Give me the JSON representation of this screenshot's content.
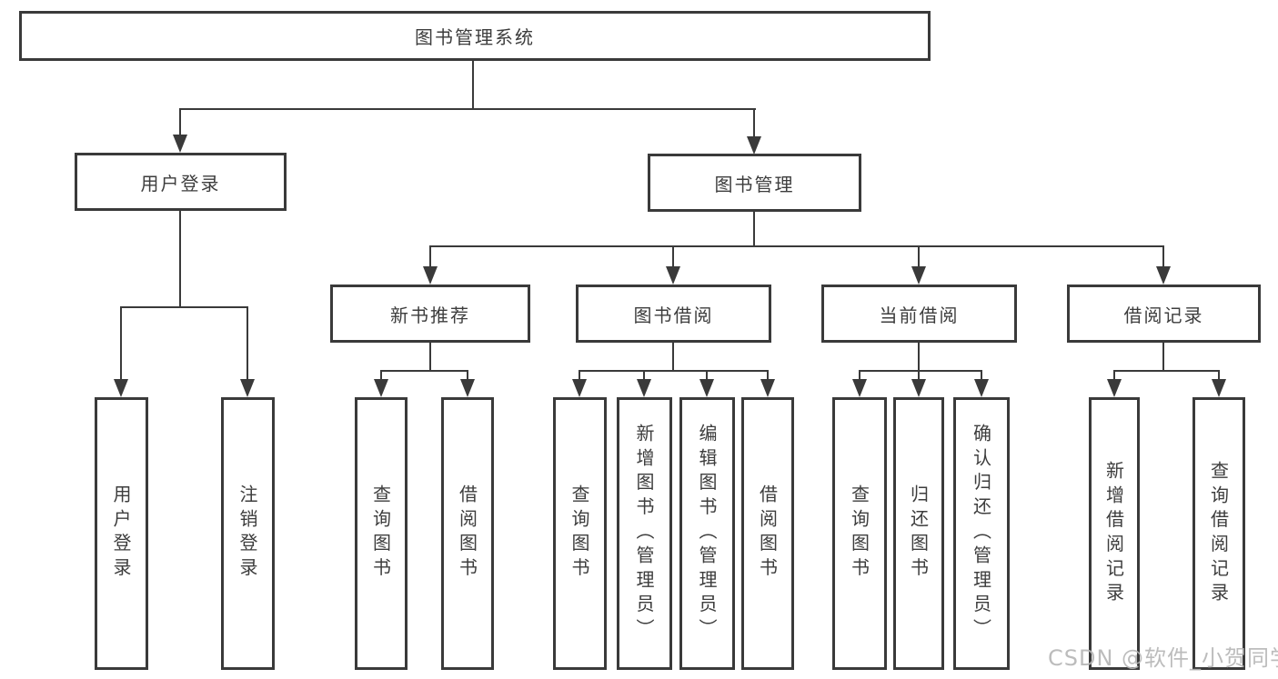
{
  "colors": {
    "line": "#3a3a3a",
    "box_border": "#3a3a3a",
    "text": "#3d3d3d",
    "background": "#ffffff",
    "watermark": "#b5b5b5"
  },
  "diagram": {
    "root": {
      "label": "图书管理系统"
    },
    "level2": [
      {
        "label": "用户登录"
      },
      {
        "label": "图书管理"
      }
    ],
    "level3": [
      {
        "label": "新书推荐"
      },
      {
        "label": "图书借阅"
      },
      {
        "label": "当前借阅"
      },
      {
        "label": "借阅记录"
      }
    ],
    "leaves": {
      "login": [
        {
          "label": "用户登录"
        },
        {
          "label": "注销登录"
        }
      ],
      "new_book": [
        {
          "label": "查询图书"
        },
        {
          "label": "借阅图书"
        }
      ],
      "book_borrow": [
        {
          "label": "查询图书"
        },
        {
          "label": "新增图书（管理员）"
        },
        {
          "label": "编辑图书（管理员）"
        },
        {
          "label": "借阅图书"
        }
      ],
      "current_borrow": [
        {
          "label": "查询图书"
        },
        {
          "label": "归还图书"
        },
        {
          "label": "确认归还（管理员）"
        }
      ],
      "borrow_record": [
        {
          "label": "新增借阅记录"
        },
        {
          "label": "查询借阅记录"
        }
      ]
    }
  },
  "watermark": {
    "text": "CSDN @软件_小贺同学"
  }
}
